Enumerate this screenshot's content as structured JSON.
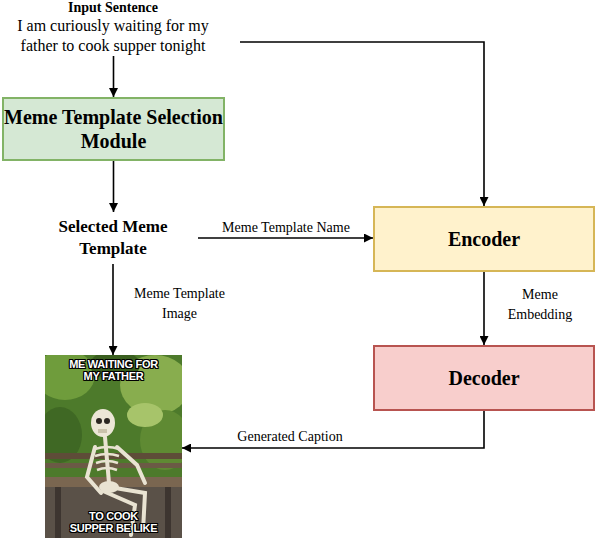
{
  "diagram": {
    "nodes": [
      {
        "text": [
          "Input Sentence",
          "I am curiously waiting for my father to cook supper tonight"
        ]
      },
      {
        "text": [
          "Meme Template Selection Module"
        ]
      },
      {
        "text": [
          "Selected Meme Template"
        ]
      },
      {
        "text": [
          "Encoder"
        ]
      },
      {
        "text": [
          "Decoder"
        ]
      },
      {
        "text": [
          "ME WAITING FOR MY FATHER",
          "TO COOK SUPPER BE LIKE"
        ]
      }
    ],
    "edges": [
      {
        "from": 0,
        "to": 1,
        "arrow": "to"
      },
      {
        "from": 0,
        "to": 3,
        "arrow": "to"
      },
      {
        "from": 1,
        "to": 2,
        "arrow": "to"
      },
      {
        "from": 2,
        "to": 3,
        "label": "Meme Template Name",
        "arrow": "to"
      },
      {
        "from": 2,
        "to": 5,
        "label": "Meme Template Image",
        "arrow": "to"
      },
      {
        "from": 3,
        "to": 4,
        "label": "Meme Embedding",
        "arrow": "to"
      },
      {
        "from": 4,
        "to": 5,
        "label": "Generated Caption",
        "arrow": "to"
      }
    ]
  }
}
